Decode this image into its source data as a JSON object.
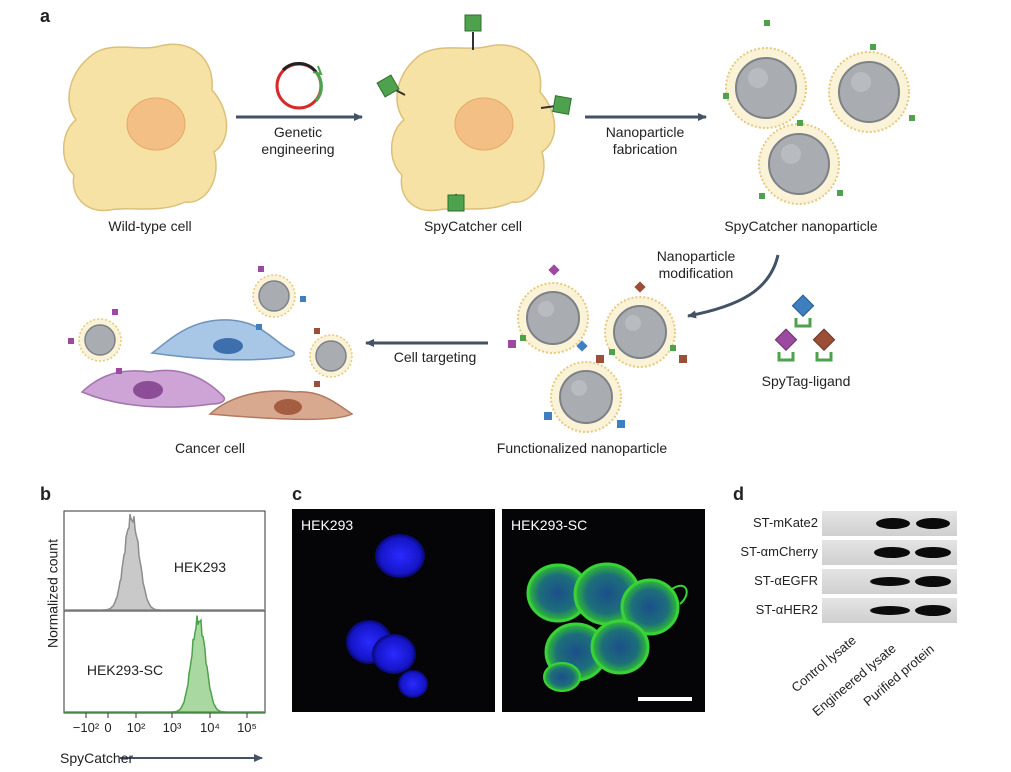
{
  "panels": {
    "a": "a",
    "b": "b",
    "c": "c",
    "d": "d"
  },
  "panel_a": {
    "wild_type_cell": "Wild-type cell",
    "genetic_engineering_l1": "Genetic",
    "genetic_engineering_l2": "engineering",
    "spycatcher_cell": "SpyCatcher cell",
    "nanoparticle_fabrication_l1": "Nanoparticle",
    "nanoparticle_fabrication_l2": "fabrication",
    "spycatcher_nanoparticle": "SpyCatcher nanoparticle",
    "nanoparticle_modification_l1": "Nanoparticle",
    "nanoparticle_modification_l2": "modification",
    "spytag_ligand": "SpyTag-ligand",
    "functionalized_nanoparticle": "Functionalized nanoparticle",
    "cell_targeting": "Cell targeting",
    "cancer_cell": "Cancer cell"
  },
  "colors": {
    "cell_body": "#f7e2a6",
    "nucleus": "#f4bf85",
    "spycatcher_green": "#4ea24e",
    "nanoparticle_core": "#a9adb1",
    "nanoparticle_shell": "#fbf3d8",
    "ligand_purple": "#9b4aa0",
    "ligand_brown": "#9a4f36",
    "ligand_blue": "#3f7fbf",
    "arrow": "#435266",
    "hist_gray": "#c9c9c9",
    "hist_green": "#a9d8a0",
    "gfp_green": "#2fbf2f",
    "dapi_blue": "#1818e6"
  },
  "chart_data": {
    "type": "histogram",
    "ylabel": "Normalized count",
    "xlabel": "SpyCatcher",
    "x_ticks": [
      "−10²",
      "0",
      "10²",
      "10³",
      "10⁴",
      "10⁵"
    ],
    "series": [
      {
        "name": "HEK293",
        "mode": 70,
        "color": "gray"
      },
      {
        "name": "HEK293-SC",
        "mode": 5000,
        "color": "green"
      }
    ]
  },
  "panel_c": {
    "left_label": "HEK293",
    "right_label": "HEK293-SC"
  },
  "panel_d": {
    "rows": [
      "ST-mKate2",
      "ST-αmCherry",
      "ST-αEGFR",
      "ST-αHER2"
    ],
    "lanes": [
      "Control lysate",
      "Engineered lysate",
      "Purified protein"
    ],
    "bands_present": [
      [
        false,
        true,
        true
      ],
      [
        false,
        true,
        true
      ],
      [
        false,
        true,
        true
      ],
      [
        false,
        true,
        true
      ]
    ]
  }
}
